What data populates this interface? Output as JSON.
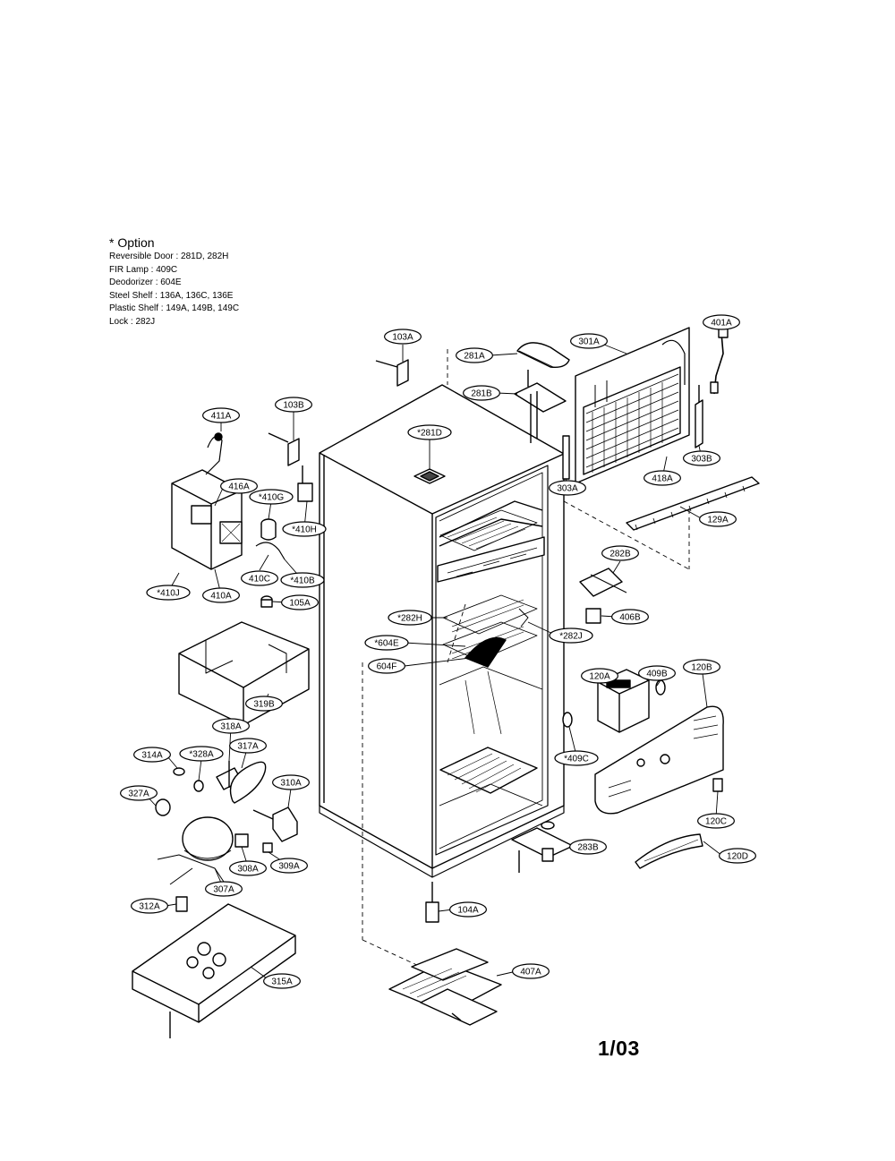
{
  "option_notes": {
    "heading": "* Option",
    "lines": [
      "Reversible Door : 281D, 282H",
      "FIR Lamp : 409C",
      "Deodorizer : 604E",
      "Steel Shelf : 136A, 136C, 136E",
      "Plastic Shelf : 149A, 149B, 149C",
      "Lock : 282J"
    ]
  },
  "part_labels": {
    "p103A": "103A",
    "p281A": "281A",
    "p301A": "301A",
    "p401A": "401A",
    "p281B": "281B",
    "p103B": "103B",
    "p411A": "411A",
    "p281D": "*281D",
    "p418A": "418A",
    "p303B": "303B",
    "p303A": "303A",
    "p129A": "129A",
    "p416A": "416A",
    "p410G": "*410G",
    "p410H": "*410H",
    "p282B": "282B",
    "p410C": "410C",
    "p410B": "*410B",
    "p410J": "*410J",
    "p410A": "410A",
    "p105A": "105A",
    "p282H": "*282H",
    "p406B": "406B",
    "p282J": "*282J",
    "p604E": "*604E",
    "p604F": "604F",
    "p409B": "409B",
    "p120A": "120A",
    "p120B": "120B",
    "p319B": "319B",
    "p318A": "318A",
    "p314A": "314A",
    "p328A": "*328A",
    "p317A": "317A",
    "p409C": "*409C",
    "p310A": "310A",
    "p327A": "327A",
    "p120C": "120C",
    "p308A": "308A",
    "p309A": "309A",
    "p283B": "283B",
    "p120D": "120D",
    "p307A": "307A",
    "p312A": "312A",
    "p104A": "104A",
    "p407A": "407A",
    "p315A": "315A"
  },
  "page_number": "1/03"
}
